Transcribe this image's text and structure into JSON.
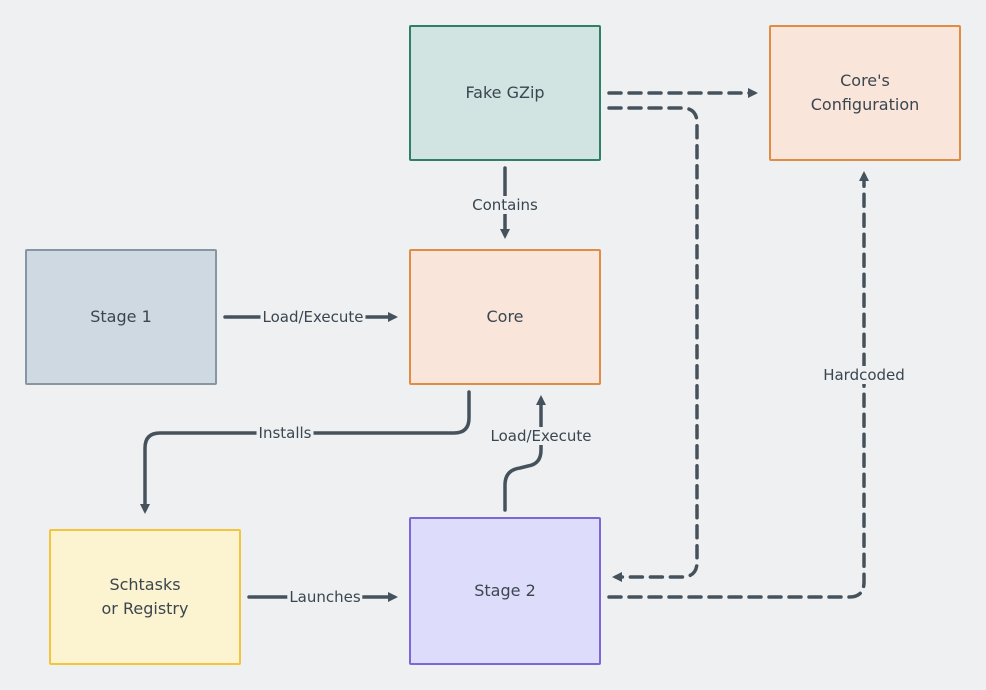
{
  "nodes": {
    "fake_gzip": "Fake GZip",
    "core_config": "Core's\nConfiguration",
    "stage1": "Stage 1",
    "core": "Core",
    "schtasks": "Schtasks\nor Registry",
    "stage2": "Stage 2"
  },
  "edges": {
    "contains": "Contains",
    "load_execute_1": "Load/Execute",
    "installs": "Installs",
    "load_execute_2": "Load/Execute",
    "launches": "Launches",
    "hardcoded": "Hardcoded"
  },
  "colors": {
    "background": "#eef0f2",
    "edge": "#45525c",
    "fake_gzip_fill": "#d2e4e2",
    "fake_gzip_border": "#2f7e66",
    "core_fill": "#f9e5d9",
    "core_border": "#e08c45",
    "stage1_fill": "#cfd9e1",
    "stage1_border": "#8796a2",
    "schtasks_fill": "#fcf3d0",
    "schtasks_border": "#f2c53d",
    "stage2_fill": "#dddcfb",
    "stage2_border": "#7b68d6"
  }
}
